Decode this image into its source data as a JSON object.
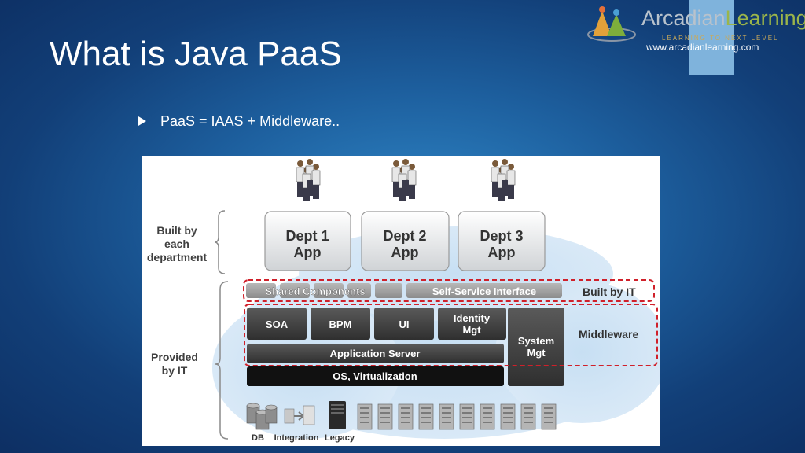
{
  "slide": {
    "title": "What is Java PaaS",
    "bullet": "PaaS = IAAS + Middleware..",
    "url": "www.arcadianlearning.com"
  },
  "logo": {
    "name_part1": "Arcadian",
    "name_part2": "Learning",
    "tagline": "LEARNING TO NEXT LEVEL"
  },
  "diagram": {
    "left_labels": {
      "built_by_each_department": [
        "Built by",
        "each",
        "department"
      ],
      "provided_by_it": [
        "Provided",
        "by IT"
      ]
    },
    "apps": [
      {
        "line1": "Dept 1",
        "line2": "App"
      },
      {
        "line1": "Dept 2",
        "line2": "App"
      },
      {
        "line1": "Dept 3",
        "line2": "App"
      }
    ],
    "shared_components": "Shared Components",
    "self_service": "Self-Service Interface",
    "built_by_it": "Built by IT",
    "middleware_label": "Middleware",
    "services": [
      "SOA",
      "BPM",
      "UI"
    ],
    "identity_mgt": [
      "Identity",
      "Mgt"
    ],
    "system_mgt": [
      "System",
      "Mgt"
    ],
    "app_server": "Application Server",
    "os_virtualization": "OS, Virtualization",
    "infra_labels": {
      "db": "DB",
      "integration": "Integration",
      "legacy": "Legacy"
    }
  },
  "colors": {
    "background": "#1d5f9e",
    "accent_bar": "#7fb3dc",
    "dashed_red": "#d0202a",
    "dark_box": "#3c3c3c"
  },
  "icons": [
    "people-group-icon",
    "database-icon",
    "integration-icon",
    "legacy-server-icon",
    "server-rack-icon"
  ]
}
